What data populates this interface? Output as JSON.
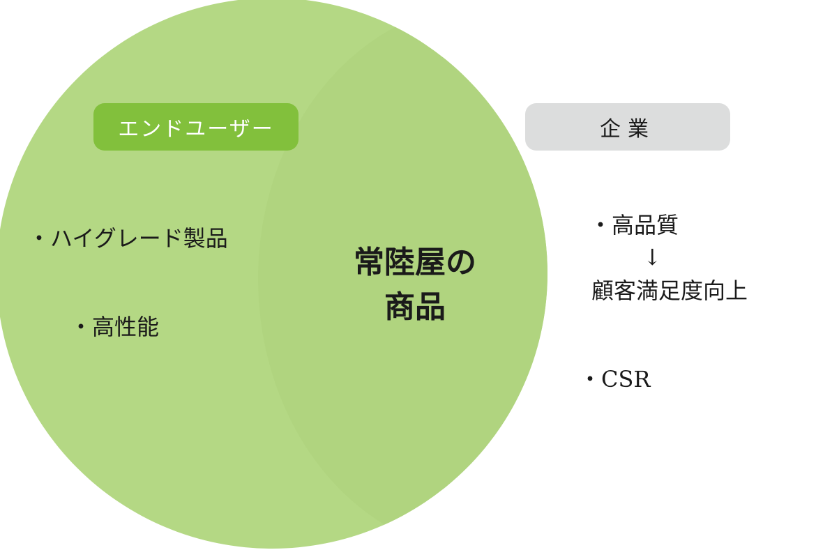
{
  "colors": {
    "circle_fill": "#b4d884",
    "overlap_fill": "#b0d47f",
    "enduser_label_bg": "#82c03c",
    "company_label_bg": "#dcdddd",
    "text": "#1a1a1a"
  },
  "enduser": {
    "label": "エンドユーザー",
    "items": [
      "・ハイグレード製品",
      "・高性能"
    ]
  },
  "center": {
    "title": "常陸屋の商品"
  },
  "company": {
    "label": "企業",
    "items": [
      "・高品質",
      "↓",
      "顧客満足度向上",
      "・CSR"
    ]
  }
}
